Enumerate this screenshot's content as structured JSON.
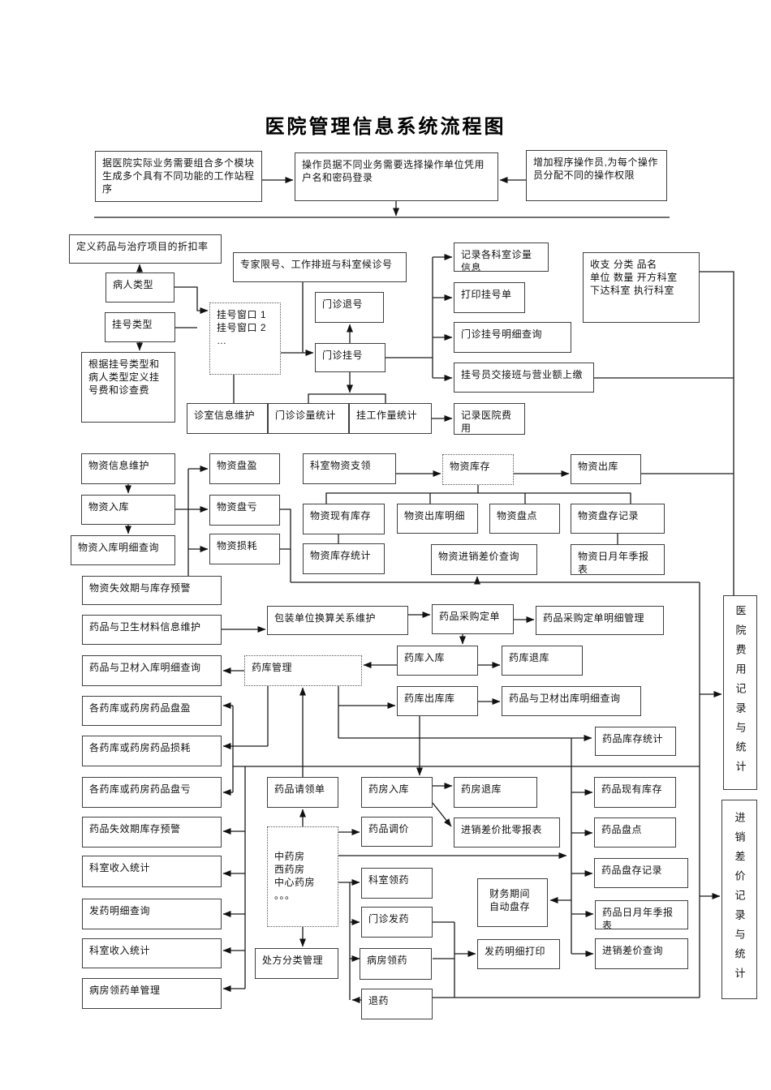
{
  "page": {
    "title": "医院管理信息系统流程图"
  },
  "nodes": {
    "t1": "据医院实际业务需要组合多个模块\n生成多个具有不同功能的工作站程\n序",
    "t2": "操作员据不同业务需要选择操作单位凭用\n户名和密码登录",
    "t3": "增加程序操作员,为每个操作\n员分配不同的操作权限",
    "discount": "定义药品与治疗项目的折扣率",
    "patient_type": "病人类型",
    "reg_type": "挂号类型",
    "reg_fee": "根据挂号类型和\n病人类型定义挂\n号费和诊查费",
    "reg_window": "挂号窗口 1\n挂号窗口 2\n…",
    "expert_limit": "专家限号、工作排班与科室候诊号",
    "mz_tuihao": "门诊退号",
    "mz_guahao": "门诊挂号",
    "zhenshi_info": "诊室信息维护",
    "mz_zhenliang": "门诊诊量统计",
    "gua_workload": "挂工作量统计",
    "record_dept": "记录各科室诊量\n信息",
    "print_reg": "打印挂号单",
    "mz_reg_query": "门诊挂号明细查询",
    "reg_shift": "挂号员交接班与营业额上缴",
    "record_fee": "记录医院费\n用",
    "shouzhi": "收支  分类  品名\n单位  数量  开方科室\n下达科室  执行科室",
    "wz_info": "物资信息维护",
    "wz_in": "物资入库",
    "wz_in_query": "物资入库明细查询",
    "wz_panying": "物资盘盈",
    "wz_pankui": "物资盘亏",
    "wz_sunhao": "物资损耗",
    "ks_wz": "科室物资支领",
    "wz_kucun": "物资库存",
    "wz_out": "物资出库",
    "wz_cur": "物资现有库存",
    "wz_out_detail": "物资出库明细",
    "wz_pandian": "物资盘点",
    "wz_pancun": "物资盘存记录",
    "wz_kc_stat": "物资库存统计",
    "wz_jxcj": "物资进销差价查询",
    "wz_report": "物资日月年季报\n表",
    "wz_expire": "物资失效期与库存预警",
    "yp_info": "药品与卫生材料信息维护",
    "pack_unit": "包装单位换算关系维护",
    "yp_order": "药品采购定单",
    "yp_order_detail": "药品采购定单明细管理",
    "yp_in_query": "药品与卫材入库明细查询",
    "yk_mgmt": "药库管理",
    "yk_in": "药库入库",
    "yk_return": "药库退库",
    "pk_panying": "各药库或药房药品盘盈",
    "yk_out": "药库出库库",
    "yp_out_query": "药品与卫材出库明细查询",
    "pk_sunhao": "各药库或药房药品损耗",
    "yp_kc_stat": "药品库存统计",
    "hosp_fee": "医院费用记录与统计",
    "pk_pankui": "各药库或药房药品盘亏",
    "yp_qld": "药品请领单",
    "yf_in": "药房入库",
    "yf_return": "药房退库",
    "yp_cur": "药品现有库存",
    "yp_expire": "药品失效期库存预警",
    "pharmacy": "中药房\n西药房\n中心药房\n。。。",
    "yp_tiaojia": "药品调价",
    "jxcj_pl": "进销差价批零报表",
    "yp_pandian": "药品盘点",
    "ks_income1": "科室收入统计",
    "ks_lingyao": "科室领药",
    "yp_pancun": "药品盘存记录",
    "fy_query": "发药明细查询",
    "mz_fayao": "门诊发药",
    "caiwu": "财务期间\n自动盘存",
    "yp_report": "药品日月年季报\n表",
    "ks_income2": "科室收入统计",
    "chufang": "处方分类管理",
    "bf_lingyao": "病房领药",
    "fy_print": "发药明细打印",
    "jxcj_query": "进销差价查询",
    "bf_lyd": "病房领药单管理",
    "tuiyao": "退药",
    "jxcj_stat": "进销差价记录与统计"
  }
}
